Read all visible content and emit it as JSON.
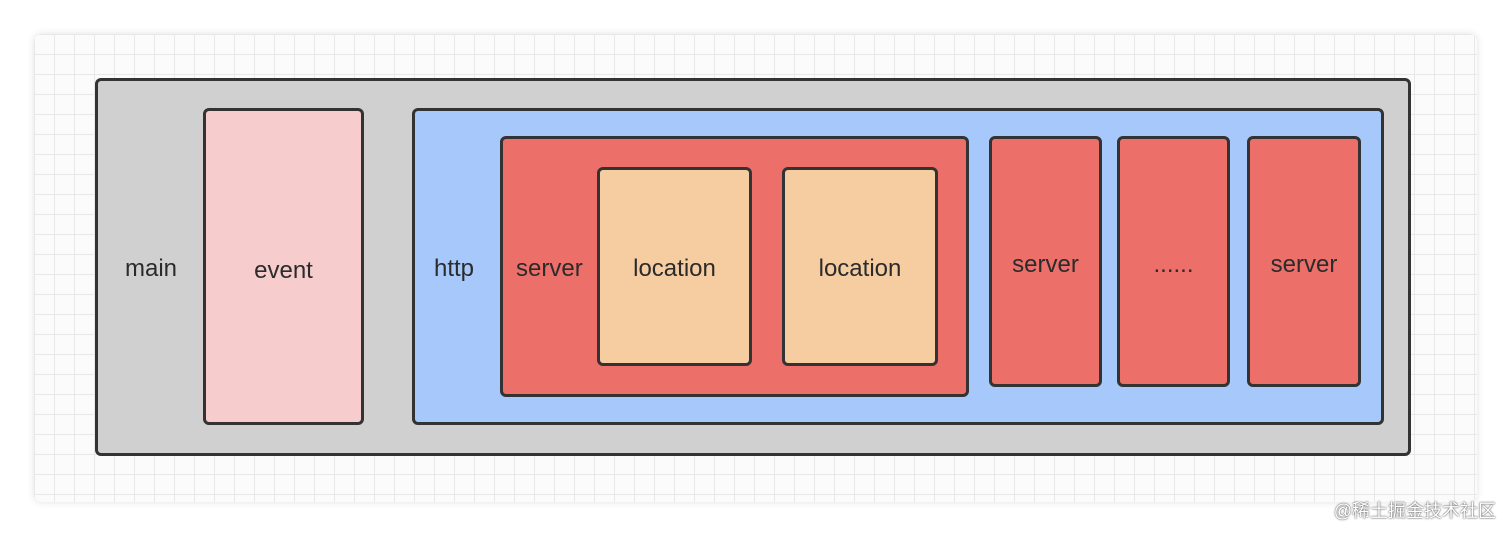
{
  "diagram": {
    "main": {
      "label": "main",
      "color": "#d0d0d0"
    },
    "event": {
      "label": "event",
      "color": "#f7cccc"
    },
    "http": {
      "label": "http",
      "color": "#a6c8fa"
    },
    "server_main": {
      "label": "server",
      "color": "#ec6f6a"
    },
    "locations": [
      {
        "label": "location",
        "color": "#f5cda1"
      },
      {
        "label": "location",
        "color": "#f5cda1"
      }
    ],
    "server_boxes": [
      {
        "label": "server",
        "color": "#ec6f6a"
      },
      {
        "label": "......",
        "color": "#ec6f6a"
      },
      {
        "label": "server",
        "color": "#ec6f6a"
      }
    ]
  },
  "watermark": "@稀土掘金技术社区"
}
